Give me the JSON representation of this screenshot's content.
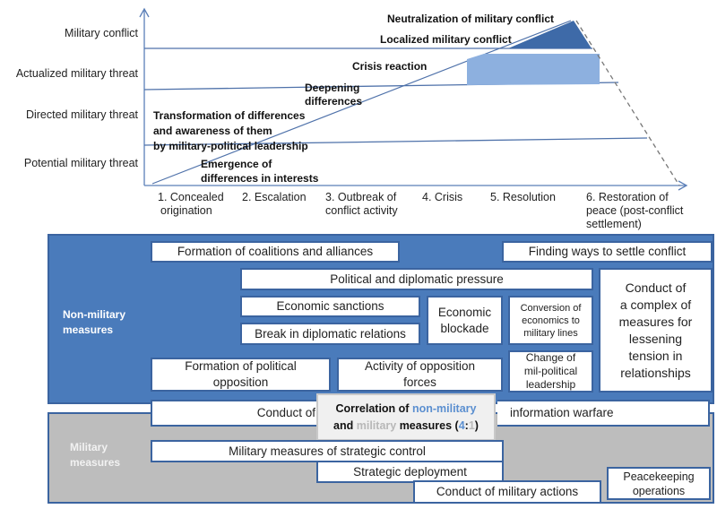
{
  "chart": {
    "y_levels": [
      "Military conflict",
      "Actualized military threat",
      "Directed military threat",
      "Potential military threat"
    ],
    "x_stages": [
      {
        "line1": "1. Concealed",
        "line2": "origination",
        "line3": ""
      },
      {
        "line1": "2. Escalation",
        "line2": "",
        "line3": ""
      },
      {
        "line1": "3. Outbreak of",
        "line2": "conflict activity",
        "line3": ""
      },
      {
        "line1": "4. Crisis",
        "line2": "",
        "line3": ""
      },
      {
        "line1": "5. Resolution",
        "line2": "",
        "line3": ""
      },
      {
        "line1": "6. Restoration of",
        "line2": "peace (post-conflict",
        "line3": "settlement)"
      }
    ],
    "annotations": {
      "neutralization": "Neutralization of military conflict",
      "localized": "Localized military conflict",
      "crisis_reaction": "Crisis reaction",
      "deepening_1": "Deepening",
      "deepening_2": "differences",
      "transformation_1": "Transformation of differences",
      "transformation_2": "and awareness of them",
      "transformation_3": "by military-political leadership",
      "emergence_1": "Emergence of",
      "emergence_2": "differences in interests"
    },
    "colors": {
      "axis": "#5b7fb8",
      "triangle": "#3e6aa8",
      "crisis_block": "#8db0df",
      "dashed": "#777777"
    }
  },
  "non_military": {
    "label_1": "Non-military",
    "label_2": "measures",
    "color": "#4a7bbb",
    "boxes": {
      "coalitions": "Formation of coalitions and alliances",
      "settle": "Finding ways to settle conflict",
      "political_pressure": "Political and diplomatic pressure",
      "sanctions": "Economic sanctions",
      "break_relations": "Break in diplomatic relations",
      "blockade_1": "Economic",
      "blockade_2": "blockade",
      "conversion_1": "Conversion of",
      "conversion_2": "economics to",
      "conversion_3": "military  lines",
      "complex_1": "Conduct of",
      "complex_2": "a complex of",
      "complex_3": "measures for",
      "complex_4": "lessening",
      "complex_5": "tension in",
      "complex_6": "relationships",
      "political_opposition_1": "Formation of political",
      "political_opposition_2": "opposition",
      "opposition_forces_1": "Activity of opposition",
      "opposition_forces_2": "forces",
      "change_leadership_1": "Change of",
      "change_leadership_2": "mil-political",
      "change_leadership_3": "leadership"
    }
  },
  "info_warfare": {
    "left": "Conduct of",
    "right": "information warfare"
  },
  "correlation": {
    "prefix": "Correlation of ",
    "non_military": "non-military",
    "and": "and ",
    "military": "military",
    "measures": " measures (",
    "ratio_left": "4",
    "colon": ":",
    "ratio_right": "1",
    "close": ")",
    "colors": {
      "non_military": "#5b8fd0",
      "military": "#b8b8b8"
    }
  },
  "military": {
    "label_1": "Military",
    "label_2": "measures",
    "color": "#bdbdbd",
    "boxes": {
      "strategic_control": "Military measures of strategic control",
      "strategic_deployment": "Strategic deployment",
      "military_actions": "Conduct of military actions",
      "peacekeeping_1": "Peacekeeping",
      "peacekeeping_2": "operations"
    }
  }
}
